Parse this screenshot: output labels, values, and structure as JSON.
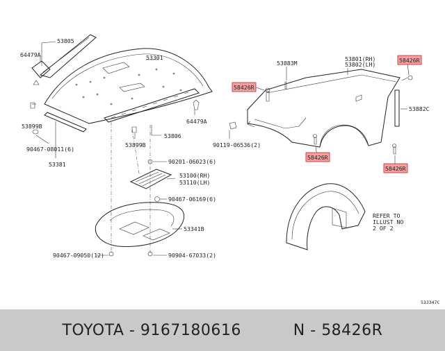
{
  "labels": {
    "p53805": "53805",
    "p64479A_left": "64479A",
    "p53899B_left": "53899B",
    "p90467_08011": "90467-08011(6)",
    "p53381": "53381",
    "p53301": "53301",
    "p53806": "53806",
    "p64479A_right": "64479A",
    "p53899B_mid": "53899B",
    "p90201": "90201-06023(6)",
    "p53100": "53100(RH)",
    "p53110": "53110(LH)",
    "p90467_06169": "90467-06169(6)",
    "p53341B": "53341B",
    "p90467_09050": "90467-09050(12)",
    "p90904": "90904-67033(2)",
    "p58426R_a": "58426R",
    "p53883M": "53883M",
    "p53801": "53801(RH)",
    "p53802": "53802(LH)",
    "p58426R_b": "58426R",
    "p53882C": "53882C",
    "p90119": "90119-06536(2)",
    "p58426R_c": "58426R",
    "p58426R_d": "58426R",
    "refer1": "REFER TO",
    "refer2": "ILLUST NO",
    "refer3": "2 OF 2",
    "code": "533347C"
  },
  "footer": {
    "brand": "TOYOTA",
    "sep1": " - ",
    "part_number": "9167180616",
    "gap": "          ",
    "n": "N",
    "sep2": " - ",
    "ref": "58426R"
  },
  "colors": {
    "highlight": "#f2a0a0",
    "footer_bg": "#c9c9c9"
  }
}
